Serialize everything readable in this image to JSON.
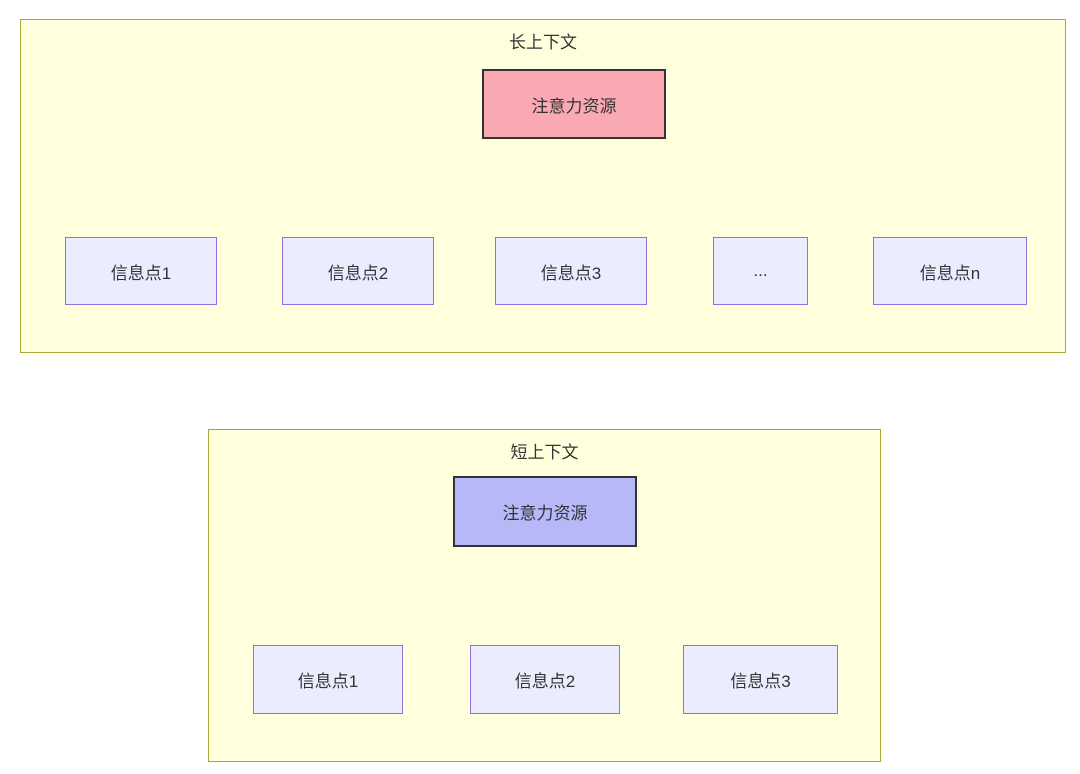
{
  "diagram": {
    "long_context": {
      "title": "长上下文",
      "source": "注意力资源",
      "targets": [
        "信息点1",
        "信息点2",
        "信息点3",
        "...",
        "信息点n"
      ]
    },
    "short_context": {
      "title": "短上下文",
      "source": "注意力资源",
      "targets": [
        "信息点1",
        "信息点2",
        "信息点3"
      ]
    }
  },
  "colors": {
    "panel_fill": "#ffffde",
    "panel_border": "#aaaa33",
    "attention_long_fill": "#faa9b2",
    "attention_short_fill": "#b6b8f8",
    "attention_border": "#333333",
    "info_fill": "#ececff",
    "info_border": "#9370db",
    "arrow": "#333333",
    "text": "#333333"
  }
}
